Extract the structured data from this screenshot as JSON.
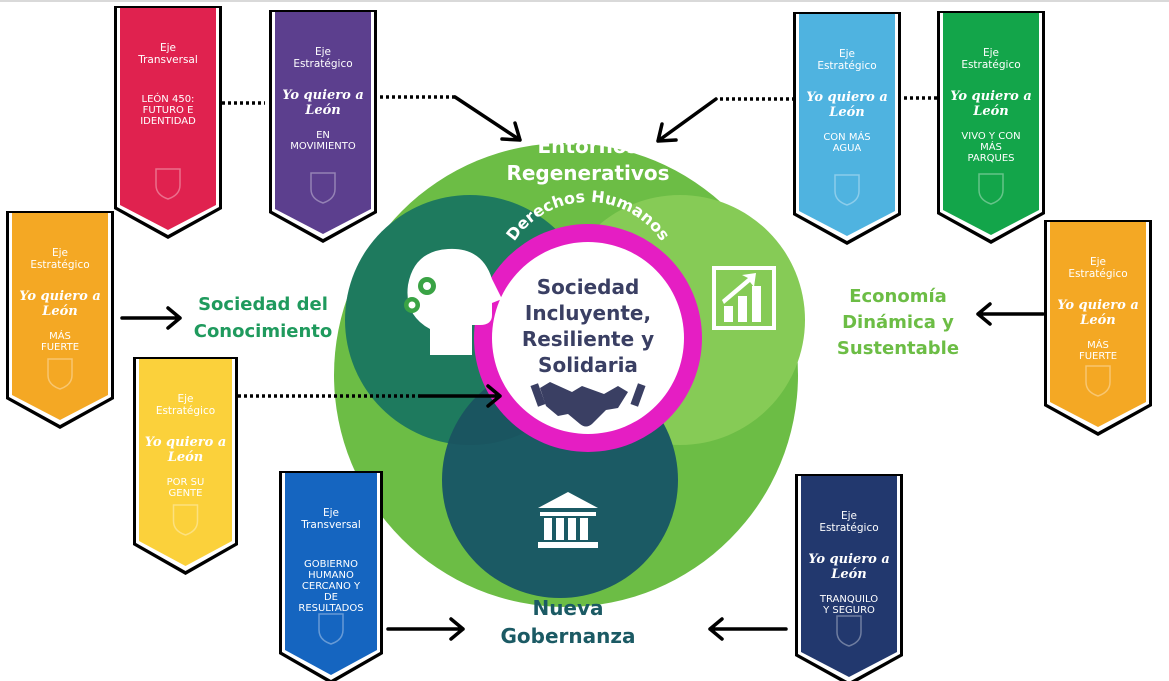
{
  "center": {
    "ring_label": "Derechos Humanos",
    "core_lines": [
      "Sociedad",
      "Incluyente,",
      "Resiliente y",
      "Solidaria"
    ]
  },
  "sections": {
    "top": [
      "Entornos",
      "Regenerativos"
    ],
    "left": [
      "Sociedad del",
      "Conocimiento"
    ],
    "right": [
      "Economía",
      "Dinámica y",
      "Sustentable"
    ],
    "bottom": [
      "Nueva",
      "Gobernanza"
    ]
  },
  "banners": [
    {
      "id": "leon-450",
      "head": [
        "Eje",
        "Transversal"
      ],
      "script": [],
      "name": [
        "LEÓN 450:",
        "FUTURO E",
        "IDENTIDAD"
      ],
      "color": "#e0224f"
    },
    {
      "id": "en-movimiento",
      "head": [
        "Eje",
        "Estratégico"
      ],
      "script": [
        "Yo quiero a",
        "León"
      ],
      "name": [
        "EN",
        "MOVIMIENTO"
      ],
      "color": "#5c3f8e"
    },
    {
      "id": "con-mas-agua",
      "head": [
        "Eje",
        "Estratégico"
      ],
      "script": [
        "Yo quiero a",
        "León"
      ],
      "name": [
        "CON MÁS",
        "AGUA"
      ],
      "color": "#4fb3e0"
    },
    {
      "id": "vivo-parques",
      "head": [
        "Eje",
        "Estratégico"
      ],
      "script": [
        "Yo quiero a",
        "León"
      ],
      "name": [
        "VIVO Y CON",
        "MÁS",
        "PARQUES"
      ],
      "color": "#13a54a"
    },
    {
      "id": "mas-fuerte-left",
      "head": [
        "Eje",
        "Estratégico"
      ],
      "script": [
        "Yo quiero a",
        "León"
      ],
      "name": [
        "MÁS",
        "FUERTE"
      ],
      "color": "#f4a824"
    },
    {
      "id": "mas-fuerte-right",
      "head": [
        "Eje",
        "Estratégico"
      ],
      "script": [
        "Yo quiero a",
        "León"
      ],
      "name": [
        "MÁS",
        "FUERTE"
      ],
      "color": "#f4a824"
    },
    {
      "id": "por-su-gente",
      "head": [
        "Eje",
        "Estratégico"
      ],
      "script": [
        "Yo quiero a",
        "León"
      ],
      "name": [
        "POR SU",
        "GENTE"
      ],
      "color": "#fbd13b"
    },
    {
      "id": "gobierno-humano",
      "head": [
        "Eje",
        "Transversal"
      ],
      "script": [],
      "name": [
        "GOBIERNO",
        "HUMANO",
        "CERCANO Y",
        "DE",
        "RESULTADOS"
      ],
      "color": "#1565c0"
    },
    {
      "id": "tranquilo-seguro",
      "head": [
        "Eje",
        "Estratégico"
      ],
      "script": [
        "Yo quiero a",
        "León"
      ],
      "name": [
        "TRANQUILO",
        "Y SEGURO"
      ],
      "color": "#22386e"
    }
  ],
  "icons": [
    "head-gears-icon",
    "growth-chart-icon",
    "handshake-icon",
    "government-building-icon",
    "lion-crest-icon"
  ],
  "colors": {
    "outer_green": "#6cbd45",
    "light_green": "#8bd05a",
    "dark_green": "#1e7a5e",
    "dark_teal": "#1b5a64",
    "magenta": "#e51ec3",
    "core_text": "#3a3f63",
    "label_green": "#1f9a5d",
    "label_lime": "#6cbd45",
    "label_teal": "#1b5a64"
  }
}
